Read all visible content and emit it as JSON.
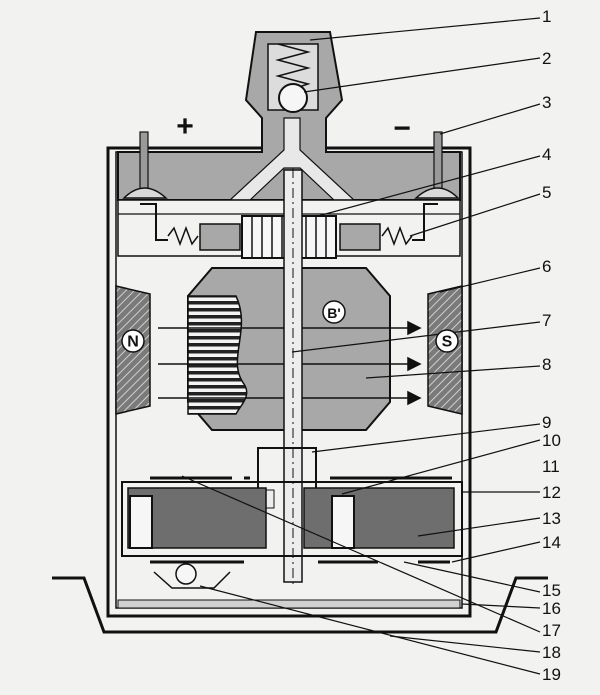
{
  "diagram": {
    "polarity": {
      "plus": "+",
      "minus": "−"
    },
    "poles": {
      "north": "N",
      "south": "S"
    },
    "field_label": "B'",
    "callouts": [
      "1",
      "2",
      "3",
      "4",
      "5",
      "6",
      "7",
      "8",
      "9",
      "10",
      "11",
      "12",
      "13",
      "14",
      "15",
      "16",
      "17",
      "18",
      "19"
    ]
  },
  "colors": {
    "outline": "#111111",
    "dark_gray": "#6e6e6e",
    "mid_gray": "#a8a8a8",
    "light_gray": "#d6d6d6",
    "background": "#f2f2f0"
  }
}
